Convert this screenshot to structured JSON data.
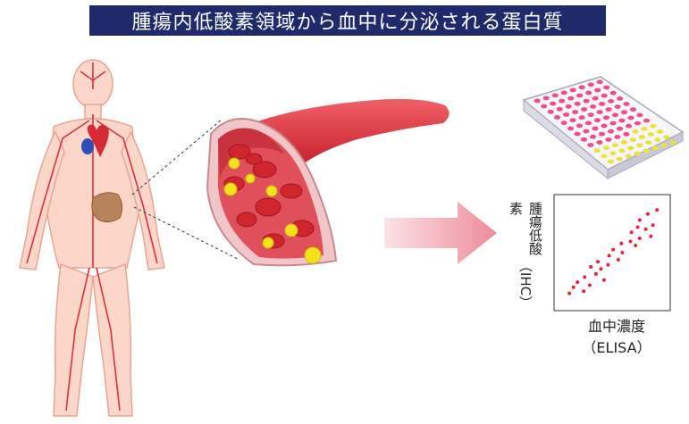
{
  "title": "腫瘍内低酸素領域から血中に分泌される蛋白質",
  "colors": {
    "title_bg": "#1f2a6b",
    "vessel": "#e23a44",
    "blood_cell": "#d1252e",
    "protein": "#f2e21a",
    "arrow": "#f4a3ad",
    "scatter_point": "#e8233a",
    "plate_well_pink": "#ee4d8f",
    "plate_well_yellow": "#ece33a"
  },
  "figure_parts": {
    "body_icon": "human-body-circulation",
    "tumor_icon": "tumor",
    "vessel_icon": "blood-vessel-cross-section",
    "plate_icon": "elisa-microplate"
  },
  "scatter": {
    "ylabel": "腫瘍低酸素\n（IHC）",
    "xlabel": "血中濃度\n（ELISA）"
  },
  "chart_data": {
    "type": "scatter",
    "xlim": [
      0,
      1
    ],
    "ylim": [
      0,
      1
    ],
    "points": [
      [
        0.94,
        0.92
      ],
      [
        0.85,
        0.88
      ],
      [
        0.77,
        0.82
      ],
      [
        0.9,
        0.77
      ],
      [
        0.75,
        0.75
      ],
      [
        0.83,
        0.73
      ],
      [
        0.69,
        0.7
      ],
      [
        0.88,
        0.66
      ],
      [
        0.77,
        0.64
      ],
      [
        0.68,
        0.61
      ],
      [
        0.59,
        0.59
      ],
      [
        0.73,
        0.57
      ],
      [
        0.51,
        0.53
      ],
      [
        0.6,
        0.5
      ],
      [
        0.47,
        0.47
      ],
      [
        0.56,
        0.43
      ],
      [
        0.36,
        0.41
      ],
      [
        0.46,
        0.38
      ],
      [
        0.29,
        0.36
      ],
      [
        0.39,
        0.34
      ],
      [
        0.34,
        0.29
      ],
      [
        0.23,
        0.26
      ],
      [
        0.42,
        0.23
      ],
      [
        0.16,
        0.21
      ],
      [
        0.28,
        0.18
      ],
      [
        0.12,
        0.16
      ],
      [
        0.22,
        0.12
      ],
      [
        0.08,
        0.1
      ]
    ],
    "grid": false
  }
}
